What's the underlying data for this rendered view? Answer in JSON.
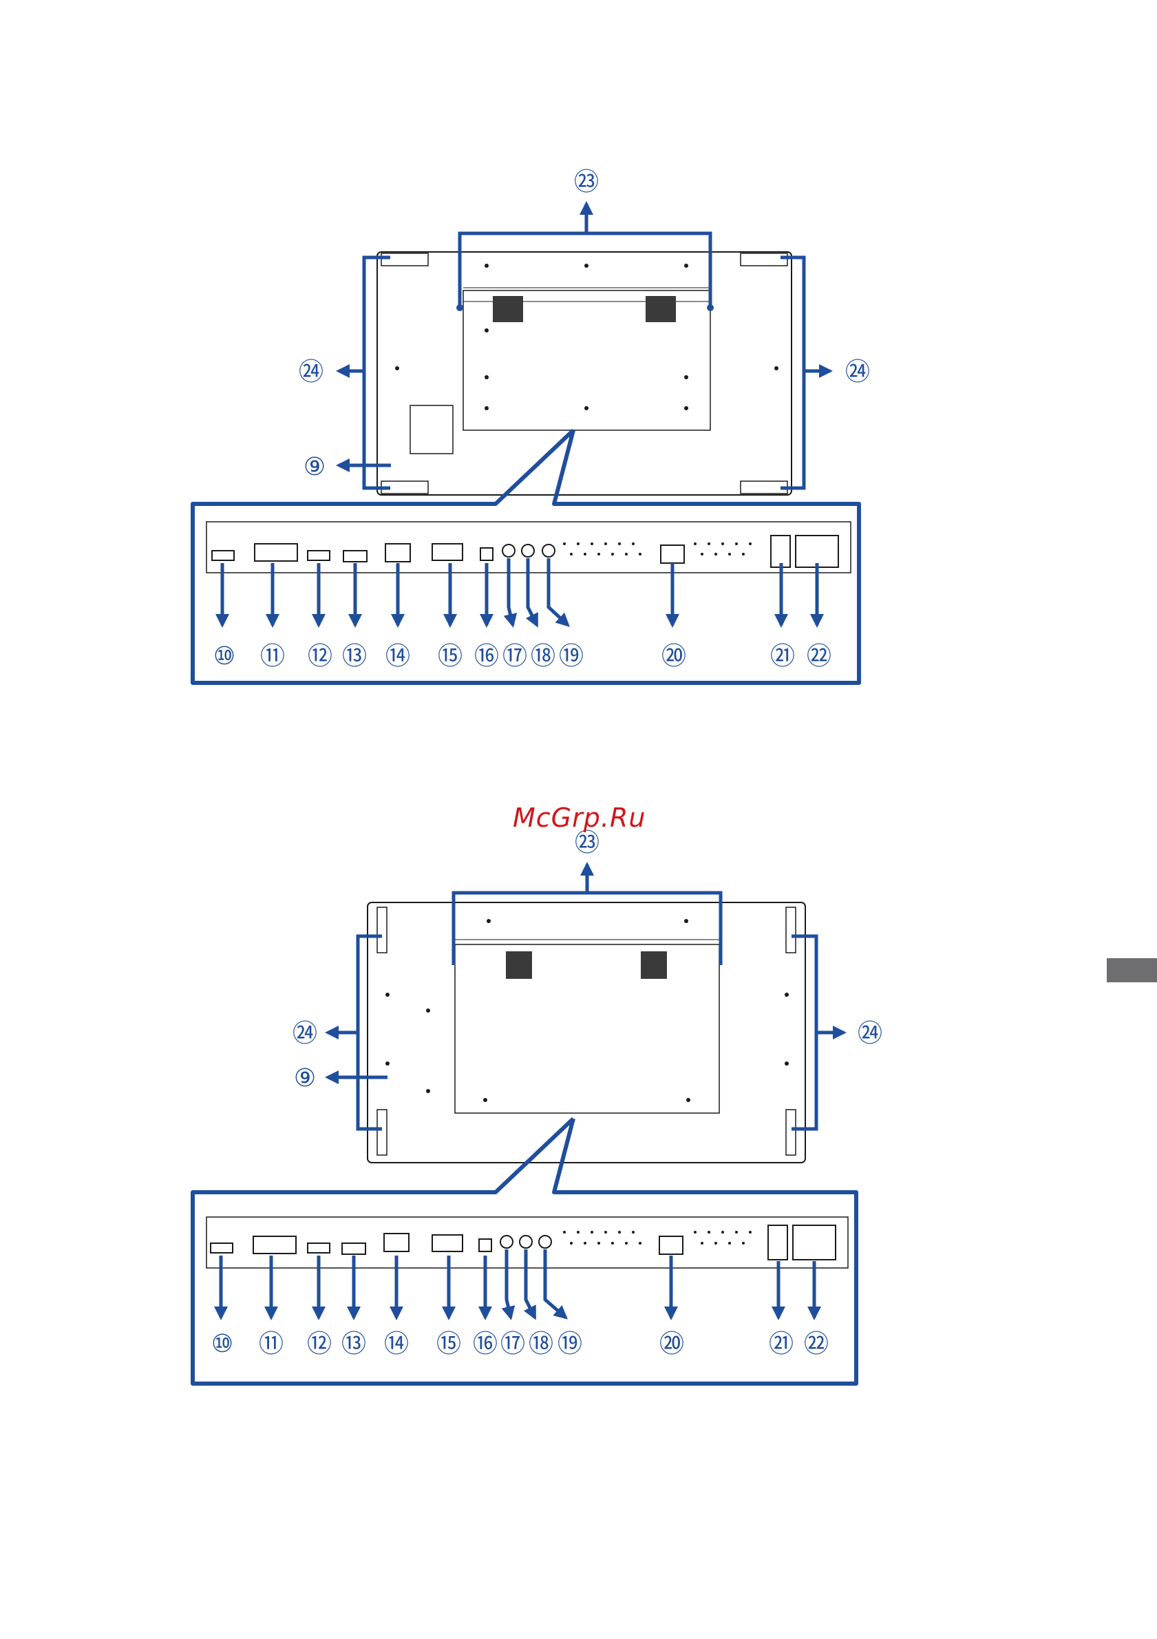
{
  "watermark": "McGrp.Ru",
  "colors": {
    "accent": "#1f4e9c",
    "line": "#1a1a1a",
    "tab": "#6e6e70",
    "watermark": "#d0161b"
  },
  "diagrams": [
    {
      "name": "landscape-rear-view",
      "callouts": {
        "top": "㉓",
        "left_side": "㉔",
        "right_side": "㉔",
        "side_connector": "⑨"
      },
      "connector_labels": [
        "⑩",
        "⑪",
        "⑫",
        "⑬",
        "⑭",
        "⑮",
        "⑯",
        "⑰",
        "⑱",
        "⑲",
        "⑳",
        "㉑",
        "㉒"
      ]
    },
    {
      "name": "portrait-rear-view",
      "callouts": {
        "top": "㉓",
        "left_side": "㉔",
        "right_side": "㉔",
        "side_connector": "⑨"
      },
      "connector_labels": [
        "⑩",
        "⑪",
        "⑫",
        "⑬",
        "⑭",
        "⑮",
        "⑯",
        "⑰",
        "⑱",
        "⑲",
        "⑳",
        "㉑",
        "㉒"
      ]
    }
  ]
}
